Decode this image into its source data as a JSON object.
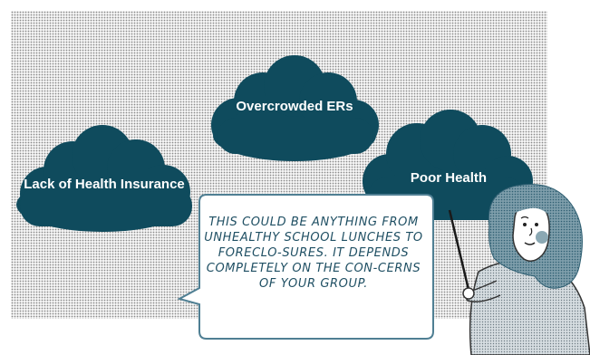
{
  "clouds": {
    "overcrowded": "Overcrowded ERs",
    "insurance": "Lack of Health Insurance",
    "poor_health": "Poor Health"
  },
  "speech_bubble": {
    "text": "This could be anything from unhealthy school lunches to foreclo-sures. It depends completely on the con-cerns of your group."
  },
  "colors": {
    "cloud": "#0f4b5d",
    "bubble_border": "#4f7f93",
    "bubble_text": "#1f4f63"
  }
}
